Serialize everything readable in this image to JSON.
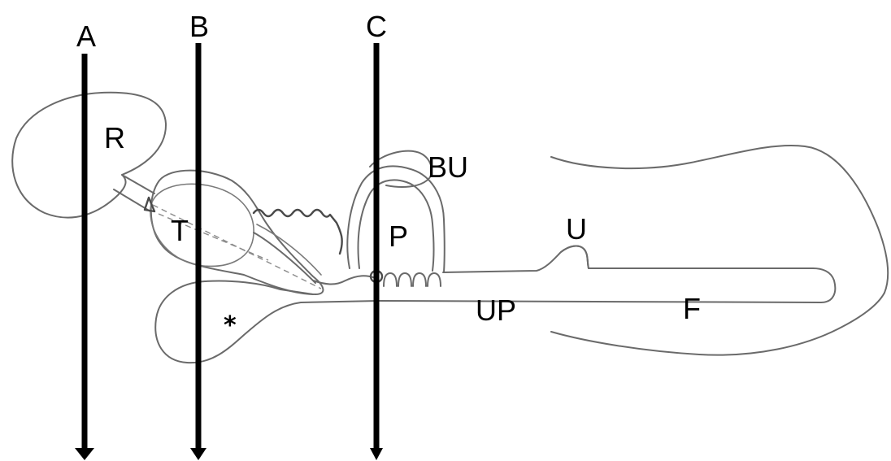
{
  "cut_lines": [
    {
      "id": "A",
      "label": "A"
    },
    {
      "id": "B",
      "label": "B"
    },
    {
      "id": "C",
      "label": "C"
    }
  ],
  "structure_labels": {
    "R": "R",
    "T": "T",
    "BU": "BU",
    "P": "P",
    "U": "U",
    "UP": "UP",
    "F": "F",
    "star": "*"
  },
  "colors": {
    "outline": "#6a6a6a",
    "cut_line": "#000000",
    "background": "#ffffff"
  }
}
